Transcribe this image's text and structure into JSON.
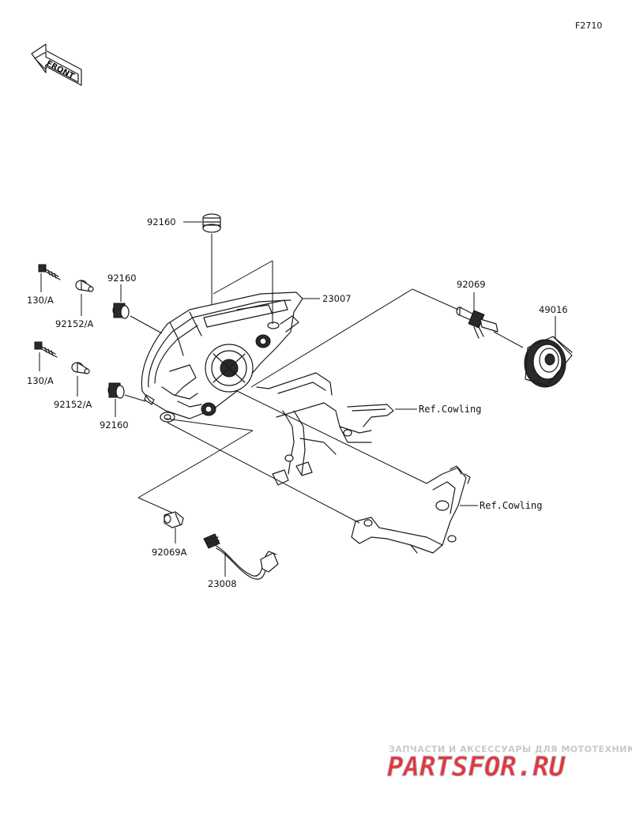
{
  "diagram_code": "F2710",
  "front_badge": "FRONT",
  "labels": {
    "grommet_top": "92160",
    "headlight": "23007",
    "bolt_upper": "130/A",
    "collar_upper": "92152/A",
    "grommet_upper": "92160",
    "bolt_lower": "130/A",
    "collar_lower": "92152/A",
    "grommet_lower": "92160",
    "bulb_main": "92069",
    "cap": "49016",
    "ref_cowling_1": "Ref.Cowling",
    "ref_cowling_2": "Ref.Cowling",
    "bulb_position": "92069A",
    "socket": "23008"
  },
  "watermark": {
    "caption": "ЗАПЧАСТИ И АКСЕССУАРЫ ДЛЯ МОТОТЕХНИКИ",
    "brand": "PARTSFOR.RU",
    "colors": {
      "brand_red": "#e4343f",
      "brand_gray": "#bfbfbf"
    }
  }
}
